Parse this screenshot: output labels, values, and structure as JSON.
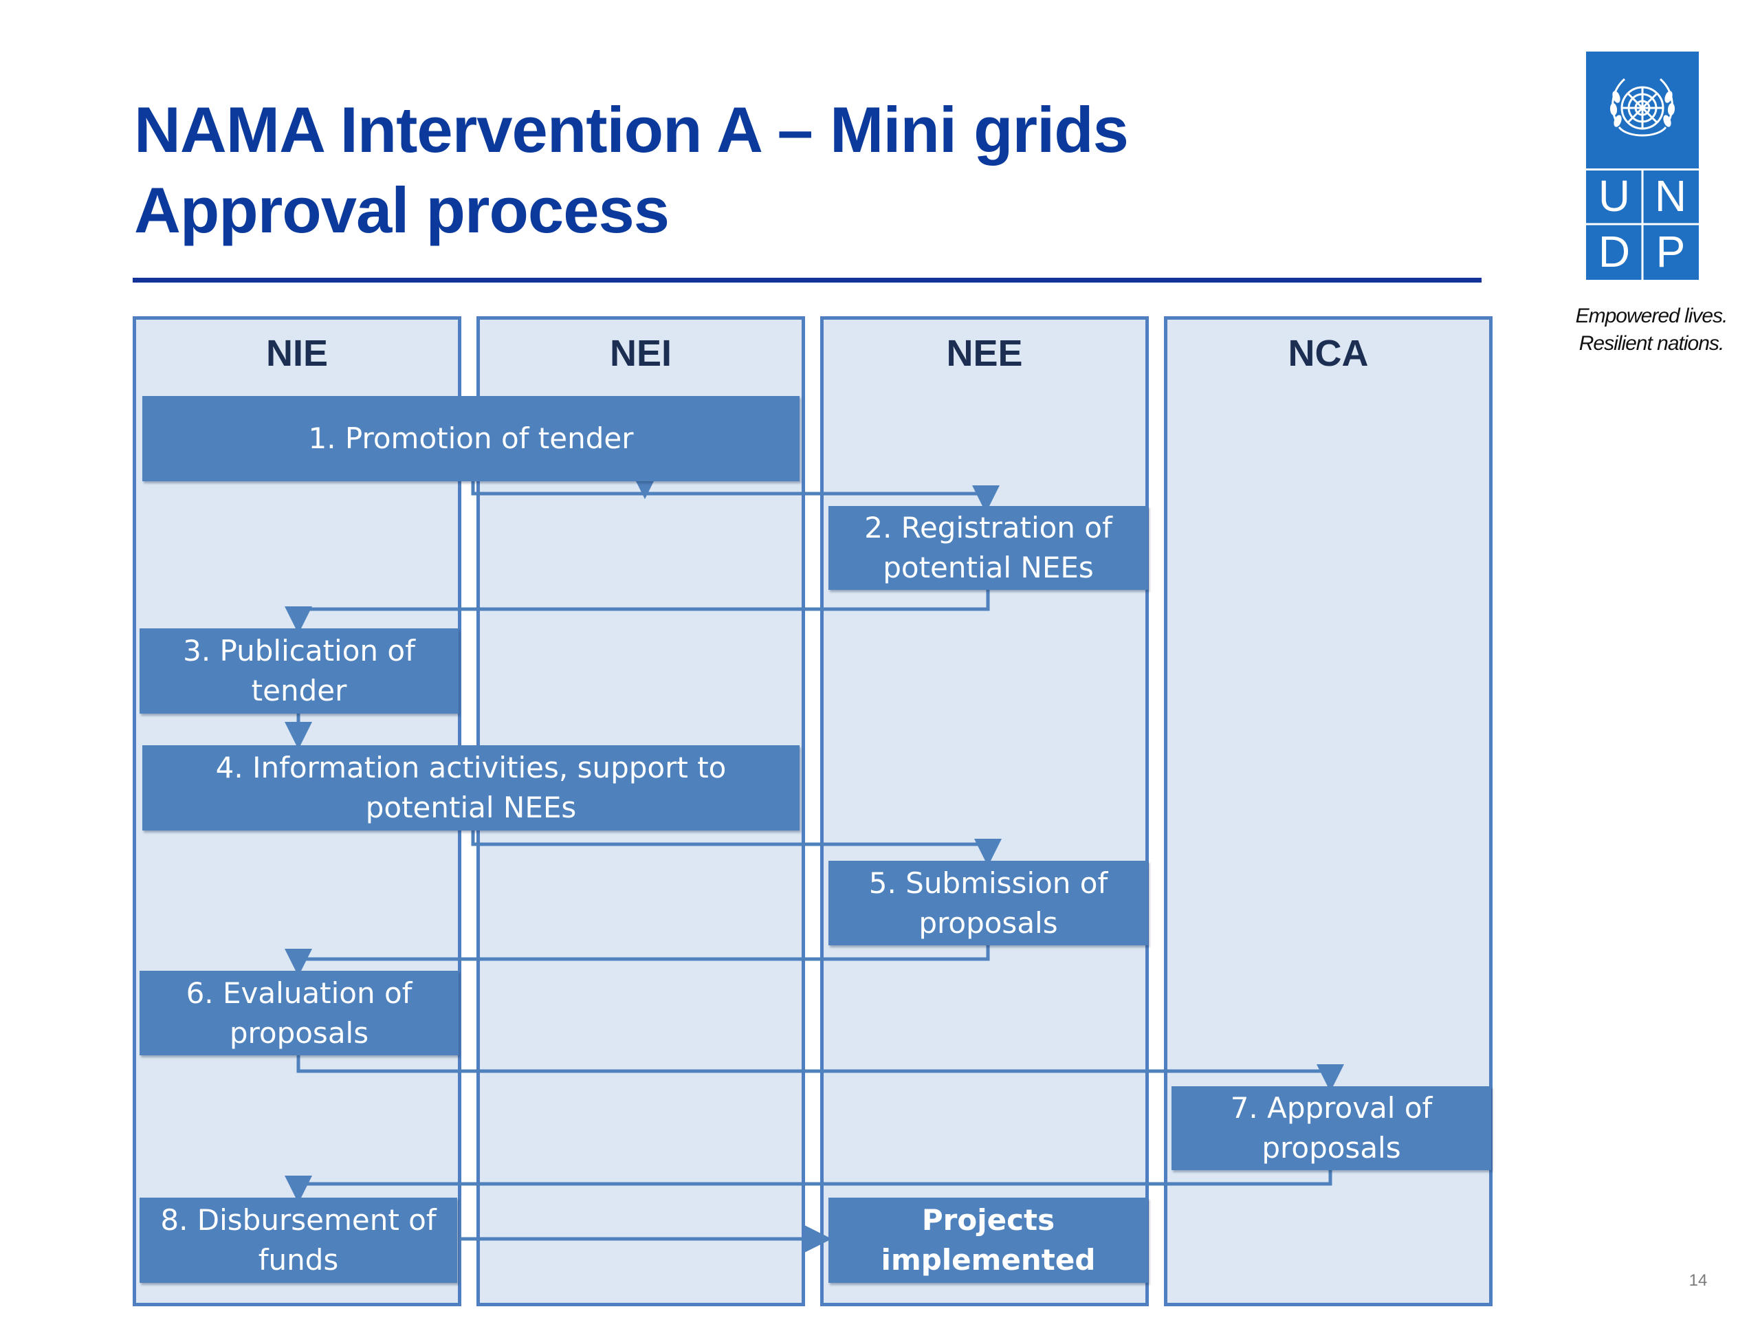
{
  "slide": {
    "title_line1": "NAMA Intervention A – Mini grids",
    "title_line2": "Approval process",
    "page_number": "14"
  },
  "logo": {
    "letters": [
      "U",
      "N",
      "D",
      "P"
    ],
    "tagline_line1": "Empowered lives.",
    "tagline_line2": "Resilient nations.",
    "emblem": "un-emblem-icon"
  },
  "lanes": [
    {
      "id": "nie",
      "label": "NIE"
    },
    {
      "id": "nei",
      "label": "NEI"
    },
    {
      "id": "nee",
      "label": "NEE"
    },
    {
      "id": "nca",
      "label": "NCA"
    }
  ],
  "steps": [
    {
      "id": "s1",
      "label": "1. Promotion of tender",
      "lane": "NIE–NEI"
    },
    {
      "id": "s2",
      "label": "2. Registration of potential NEEs",
      "lane": "NEE"
    },
    {
      "id": "s3",
      "label": "3. Publication of tender",
      "lane": "NIE"
    },
    {
      "id": "s4",
      "label": "4. Information activities, support to potential NEEs",
      "lane": "NIE–NEI"
    },
    {
      "id": "s5",
      "label": "5. Submission of proposals",
      "lane": "NEE"
    },
    {
      "id": "s6",
      "label": "6. Evaluation of proposals",
      "lane": "NIE"
    },
    {
      "id": "s7",
      "label": "7. Approval of proposals",
      "lane": "NCA"
    },
    {
      "id": "s8",
      "label": "8. Disbursement of funds",
      "lane": "NIE"
    },
    {
      "id": "s9",
      "label": "Projects implemented",
      "lane": "NEE"
    }
  ],
  "flows": [
    {
      "from": "s1",
      "to": "s2"
    },
    {
      "from": "s2",
      "to": "s3"
    },
    {
      "from": "s3",
      "to": "s4"
    },
    {
      "from": "s4",
      "to": "s5"
    },
    {
      "from": "s5",
      "to": "s6"
    },
    {
      "from": "s6",
      "to": "s7"
    },
    {
      "from": "s7",
      "to": "s8"
    },
    {
      "from": "s8",
      "to": "s9"
    }
  ],
  "colors": {
    "title": "#0b3a9c",
    "lane_fill": "#dde7f3",
    "lane_border": "#4f7fc0",
    "box_fill": "#4f81bd",
    "connector": "#4f81bd",
    "undp_blue": "#1f6fc2"
  }
}
